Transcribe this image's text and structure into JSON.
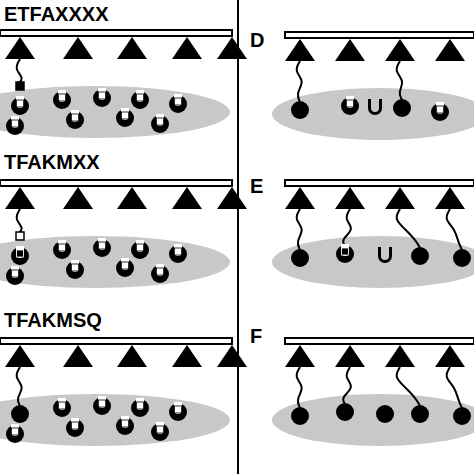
{
  "diagram": {
    "labels": [
      "ETFAXXXX",
      "TFAKMXX",
      "TFAKMSQ",
      "D",
      "E",
      "F"
    ]
  }
}
